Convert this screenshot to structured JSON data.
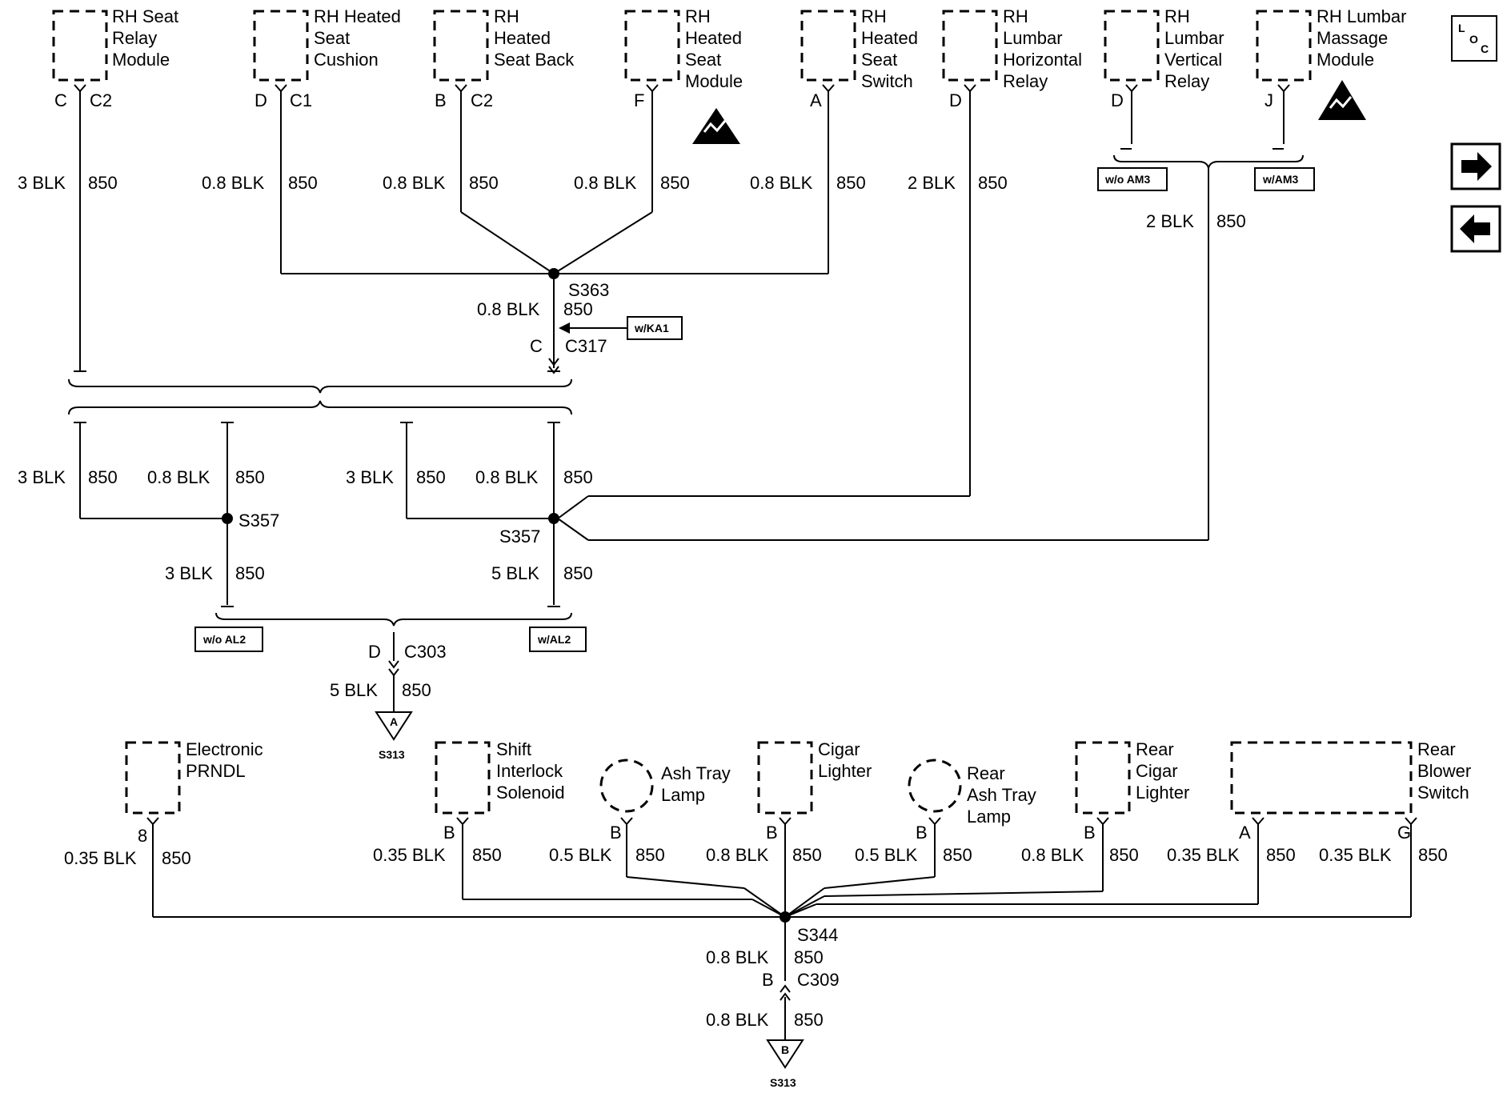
{
  "components": {
    "seat_relay": [
      "RH Seat",
      "Relay",
      "Module"
    ],
    "heated_cushion": [
      "RH Heated",
      "Seat",
      "Cushion"
    ],
    "heated_back": [
      "RH",
      "Heated",
      "Seat Back"
    ],
    "heated_module": [
      "RH",
      "Heated",
      "Seat",
      "Module"
    ],
    "heated_switch": [
      "RH",
      "Heated",
      "Seat",
      "Switch"
    ],
    "lumbar_h": [
      "RH",
      "Lumbar",
      "Horizontal",
      "Relay"
    ],
    "lumbar_v": [
      "RH",
      "Lumbar",
      "Vertical",
      "Relay"
    ],
    "lumbar_massage": [
      "RH Lumbar",
      "Massage",
      "Module"
    ],
    "prndl": [
      "Electronic",
      "PRNDL"
    ],
    "shift_interlock": [
      "Shift",
      "Interlock",
      "Solenoid"
    ],
    "ash_lamp": [
      "Ash Tray",
      "Lamp"
    ],
    "cigar": [
      "Cigar",
      "Lighter"
    ],
    "rear_ash_lamp": [
      "Rear",
      "Ash Tray",
      "Lamp"
    ],
    "rear_cigar": [
      "Rear",
      "Cigar",
      "Lighter"
    ],
    "rear_blower": [
      "Rear",
      "Blower",
      "Switch"
    ]
  },
  "pins": {
    "seat_relay": [
      "C",
      "C2"
    ],
    "heated_cushion": [
      "D",
      "C1"
    ],
    "heated_back": [
      "B",
      "C2"
    ],
    "heated_module": [
      "F"
    ],
    "heated_switch": [
      "A"
    ],
    "lumbar_h": [
      "D"
    ],
    "lumbar_v": [
      "D"
    ],
    "lumbar_massage": [
      "J"
    ],
    "prndl": "8",
    "shift_interlock": "B",
    "ash_lamp": "B",
    "cigar": "B",
    "rear_ash_lamp": "B",
    "rear_cigar": "B",
    "rear_blower_a": "A",
    "rear_blower_g": "G"
  },
  "wires": {
    "w1": [
      "3 BLK",
      "850"
    ],
    "w2": [
      "0.8 BLK",
      "850"
    ],
    "w3": [
      "0.8 BLK",
      "850"
    ],
    "w4": [
      "0.8 BLK",
      "850"
    ],
    "w5": [
      "0.8 BLK",
      "850"
    ],
    "w6": [
      "2 BLK",
      "850"
    ],
    "w7": [
      "2 BLK",
      "850"
    ],
    "w8": [
      "0.8 BLK",
      "850"
    ],
    "w9": [
      "3 BLK",
      "850"
    ],
    "w10": [
      "0.8 BLK",
      "850"
    ],
    "w11": [
      "3 BLK",
      "850"
    ],
    "w12": [
      "0.8 BLK",
      "850"
    ],
    "w13": [
      "3 BLK",
      "850"
    ],
    "w14": [
      "5 BLK",
      "850"
    ],
    "w15": [
      "5 BLK",
      "850"
    ],
    "b1": [
      "0.35 BLK",
      "850"
    ],
    "b2": [
      "0.35 BLK",
      "850"
    ],
    "b3": [
      "0.5 BLK",
      "850"
    ],
    "b4": [
      "0.8 BLK",
      "850"
    ],
    "b5": [
      "0.5 BLK",
      "850"
    ],
    "b6": [
      "0.8 BLK",
      "850"
    ],
    "b7": [
      "0.35 BLK",
      "850"
    ],
    "b8": [
      "0.35 BLK",
      "850"
    ],
    "b9": [
      "0.8 BLK",
      "850"
    ],
    "b10": [
      "0.8 BLK",
      "850"
    ]
  },
  "splices": {
    "s363": "S363",
    "s357a": "S357",
    "s357b": "S357",
    "s344": "S344"
  },
  "connectors": {
    "c317": [
      "C",
      "C317"
    ],
    "c303": [
      "D",
      "C303"
    ],
    "c309": [
      "B",
      "C309"
    ]
  },
  "options": {
    "wo_am3": "w/o AM3",
    "w_am3": "w/AM3",
    "w_ka1": "w/KA1",
    "wo_al2": "w/o AL2",
    "w_al2": "w/AL2"
  },
  "grounds": {
    "ga": [
      "A",
      "S313"
    ],
    "gb": [
      "B",
      "S313"
    ]
  },
  "loc": [
    "L",
    "O",
    "C"
  ],
  "icons": {
    "esd": "esd-warning-icon",
    "next": "arrow-right-icon",
    "prev": "arrow-left-icon"
  }
}
